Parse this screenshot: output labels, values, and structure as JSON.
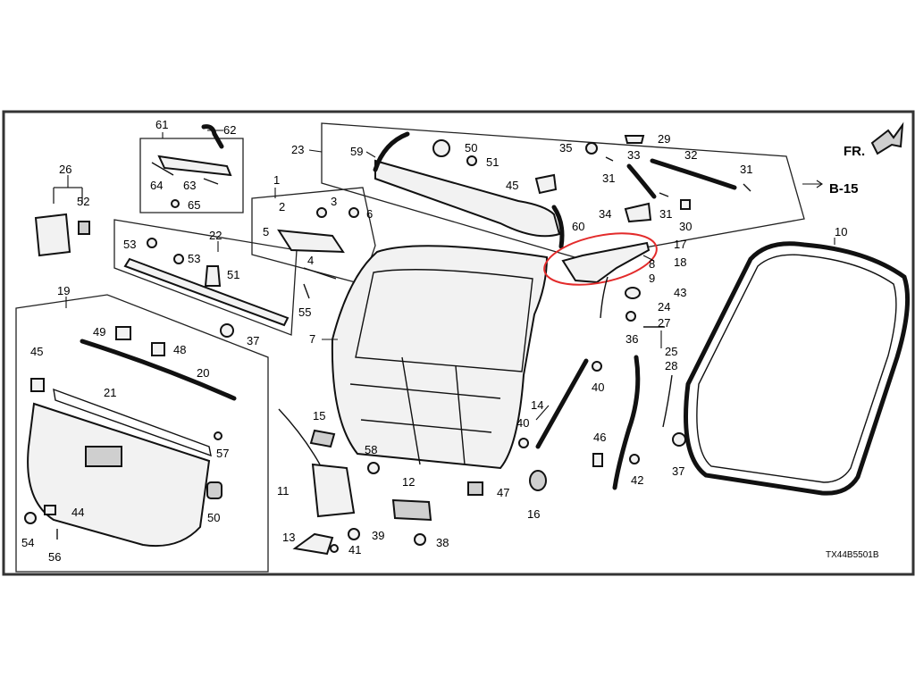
{
  "diagram": {
    "direction_label": "FR.",
    "ref_label": "B-15",
    "drawing_code": "TX44B5501B",
    "highlight_color": "#e32b2b",
    "callouts": {
      "c61": "61",
      "c62": "62",
      "c64": "64",
      "c63": "63",
      "c65": "65",
      "c26": "26",
      "c52": "52",
      "c22": "22",
      "c53a": "53",
      "c53b": "53",
      "c51a": "51",
      "c55": "55",
      "c37a": "37",
      "c19": "19",
      "c49": "49",
      "c48": "48",
      "c45a": "45",
      "c20": "20",
      "c21": "21",
      "c57": "57",
      "c50a": "50",
      "c44": "44",
      "c54": "54",
      "c56": "56",
      "c23": "23",
      "c59": "59",
      "c50b": "50",
      "c51b": "51",
      "c45b": "45",
      "c60": "60",
      "c1": "1",
      "c3": "3",
      "c2": "2",
      "c6": "6",
      "c5": "5",
      "c4": "4",
      "c7": "7",
      "c15": "15",
      "c11": "11",
      "c58": "58",
      "c12": "12",
      "c47": "47",
      "c13": "13",
      "c39": "39",
      "c41": "41",
      "c38": "38",
      "c14": "14",
      "c40a": "40",
      "c40b": "40",
      "c16": "16",
      "c35": "35",
      "c29": "29",
      "c33": "33",
      "c32": "32",
      "c31a": "31",
      "c31b": "31",
      "c31c": "31",
      "c34": "34",
      "c30": "30",
      "c17": "17",
      "c18": "18",
      "c8": "8",
      "c9": "9",
      "c43": "43",
      "c24": "24",
      "c27": "27",
      "c36": "36",
      "c25": "25",
      "c28": "28",
      "c46": "46",
      "c42": "42",
      "c37b": "37",
      "c10": "10"
    }
  }
}
